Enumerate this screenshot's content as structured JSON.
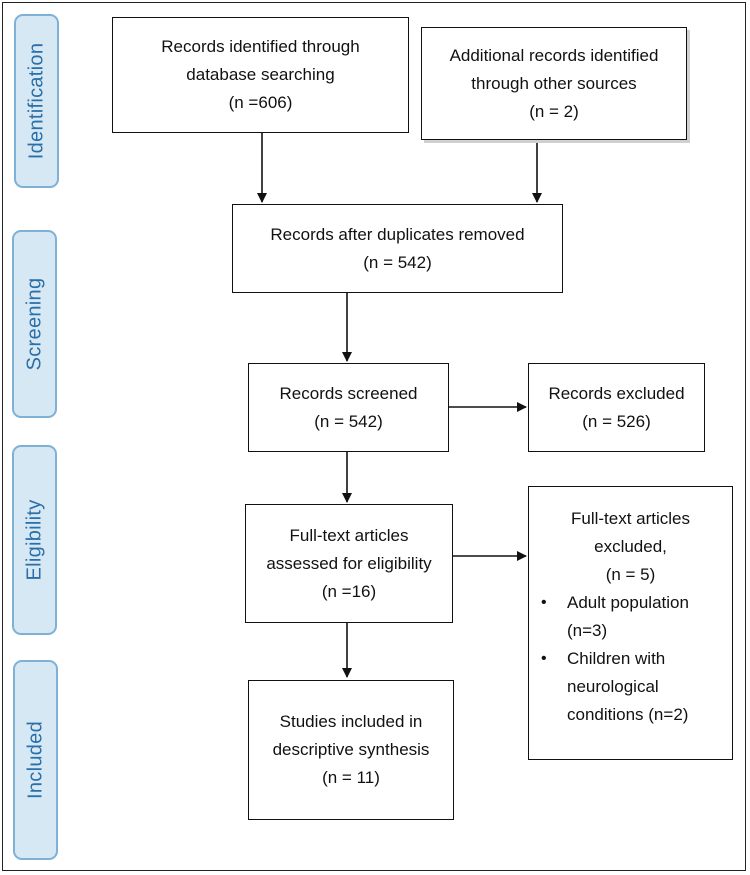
{
  "stages": {
    "identification": "Identification",
    "screening": "Screening",
    "eligibility": "Eligibility",
    "included": "Included"
  },
  "boxes": {
    "database_records": {
      "line1": "Records identified through",
      "line2": "database searching",
      "line3": "(n =606)"
    },
    "other_records": {
      "line1": "Additional records identified",
      "line2": "through other sources",
      "line3": "(n = 2)"
    },
    "after_duplicates": {
      "line1": "Records after duplicates removed",
      "line2": "(n = 542)"
    },
    "screened": {
      "line1": "Records screened",
      "line2": "(n = 542)"
    },
    "excluded": {
      "line1": "Records excluded",
      "line2": "(n = 526)"
    },
    "fulltext_assessed": {
      "line1": "Full-text articles",
      "line2": "assessed for eligibility",
      "line3": "(n =16)"
    },
    "fulltext_excluded": {
      "line1": "Full-text articles",
      "line2": "excluded,",
      "line3": "(n = 5)",
      "bullets": [
        {
          "symbol": "•",
          "line1": "Adult population",
          "line2": "(n=3)"
        },
        {
          "symbol": "•",
          "line1": "Children with",
          "line2": "neurological",
          "line3": "conditions (n=2)"
        }
      ]
    },
    "included_studies": {
      "line1": "Studies included in",
      "line2": "descriptive synthesis",
      "line3": "(n = 11)"
    }
  }
}
